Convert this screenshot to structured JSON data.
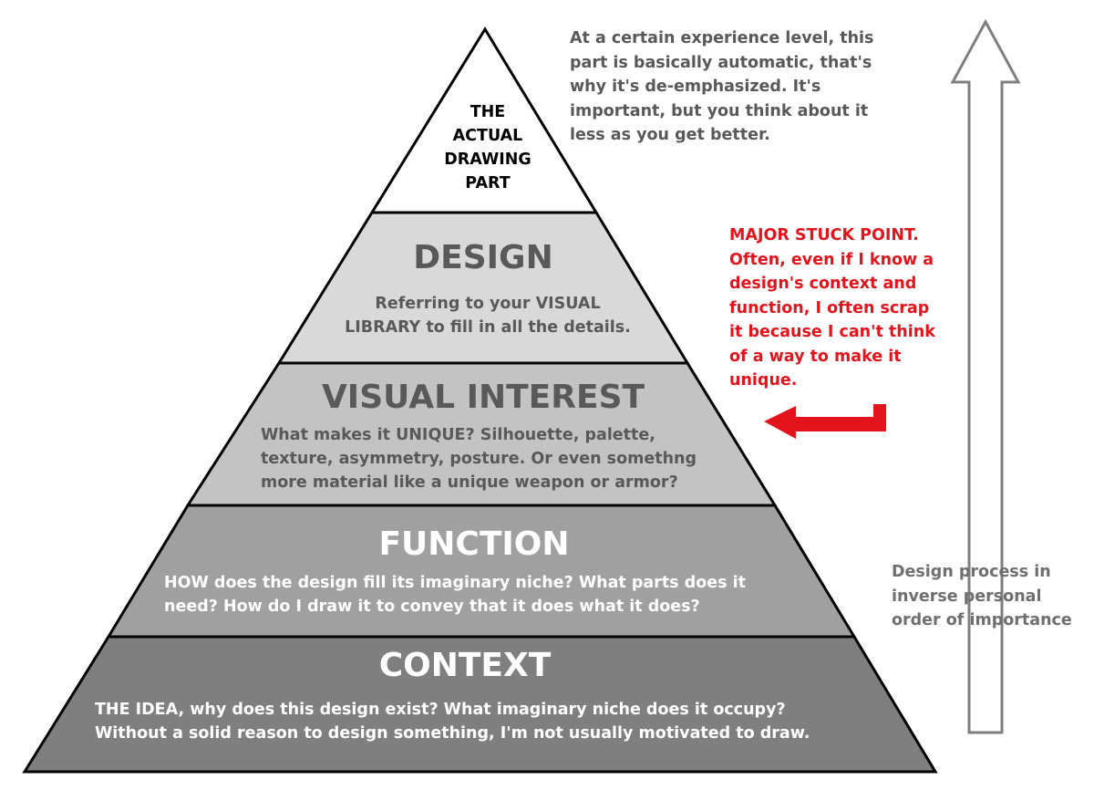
{
  "layers": {
    "top": {
      "line1": "THE",
      "line2": "ACTUAL",
      "line3": "DRAWING",
      "line4": "PART",
      "fill": "#ffffff",
      "text_color": "#000000"
    },
    "design": {
      "title": "DESIGN",
      "desc_line1": "Referring to your VISUAL",
      "desc_line2": "LIBRARY to fill in all the details.",
      "fill": "#d9d9d9",
      "title_color": "#595959",
      "text_color": "#595959"
    },
    "visual_interest": {
      "title": "VISUAL INTEREST",
      "desc_line1": "What makes it UNIQUE? Silhouette, palette,",
      "desc_line2": "texture, asymmetry, posture. Or even somethng",
      "desc_line3": "more material like a unique weapon or armor?",
      "fill": "#c3c3c3",
      "title_color": "#595959",
      "text_color": "#595959"
    },
    "function": {
      "title": "FUNCTION",
      "desc_line1": "HOW does the design fill its imaginary niche? What parts does it",
      "desc_line2": "need? How do I draw it to convey that it does what it does?",
      "fill": "#a0a0a0",
      "title_color": "#ffffff",
      "text_color": "#ffffff"
    },
    "context": {
      "title": "CONTEXT",
      "desc_line1": "THE IDEA, why does this design exist? What imaginary niche does it occupy?",
      "desc_line2": "Without a solid reason to design something, I'm not usually motivated to draw.",
      "fill": "#7f7f7f",
      "title_color": "#ffffff",
      "text_color": "#ffffff"
    }
  },
  "notes": {
    "top": {
      "line1": "At a certain experience level, this",
      "line2": "part is basically automatic, that's",
      "line3": "why it's de-emphasized. It's",
      "line4": "important, but you think about it",
      "line5": "less as you get better.",
      "color": "#595959"
    },
    "stuck": {
      "line1": "MAJOR STUCK POINT.",
      "line2": "Often, even if I know a",
      "line3": "design's context and",
      "line4": "function, I often scrap",
      "line5": "it because I can't think",
      "line6": "of a way to make it",
      "line7": "unique.",
      "color": "#e3141c"
    },
    "process": {
      "line1": "Design process in",
      "line2": "inverse personal",
      "line3": "order of importance",
      "color": "#6f6f6f"
    }
  },
  "icons": {
    "up_arrow": "hollow-up-arrow-icon",
    "stuck_arrow": "red-left-arrow-icon"
  },
  "colors": {
    "outline": "#000000",
    "red_arrow": "#e3141c",
    "hollow_arrow_stroke": "#7f7f7f"
  }
}
